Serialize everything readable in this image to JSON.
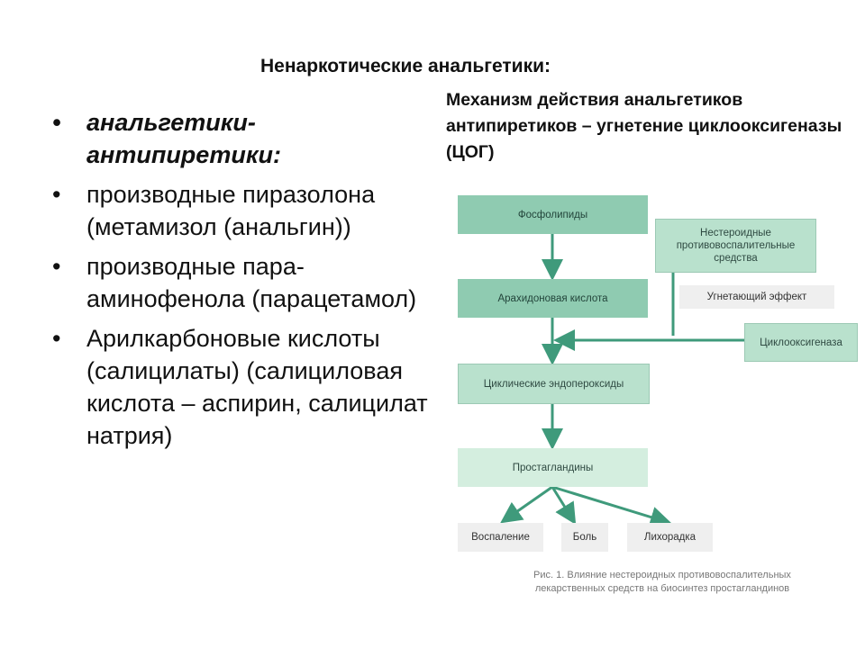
{
  "slide": {
    "title": "Ненаркотические анальгетики:",
    "bullets": [
      {
        "text": "анальгетики-антипиретики:"
      },
      {
        "text": "производные пиразолона (метамизол (анальгин))"
      },
      {
        "text": "производные пара-аминофенола (парацетамол)"
      },
      {
        "text": "Арилкарбоновые кислоты (салицилаты) (салициловая кислота – аспирин, салицилат натрия)"
      }
    ],
    "mechanism": "Механизм действия анальгетиков антипиретиков – угнетение циклооксигеназы (ЦОГ)"
  },
  "diagram": {
    "phospholipids": "Фосфолипиды",
    "nsaid_line1": "Нестероидные",
    "nsaid_line2": "противовоспалительные",
    "nsaid_line3": "средства",
    "inhibiting_effect": "Угнетающий эффект",
    "arachidonic": "Арахидоновая кислота",
    "cyclooxygenase": "Циклооксигеназа",
    "endoperoxides": "Циклические эндопероксиды",
    "prostaglandins": "Простагландины",
    "inflammation": "Воспаление",
    "pain": "Боль",
    "fever": "Лихорадка",
    "caption_line1": "Рис. 1. Влияние нестероидных противовоспалительных",
    "caption_line2": "лекарственных средств на биосинтез простагландинов"
  },
  "colors": {
    "arrow": "#3f9a7b",
    "box_dark": "#8fcbb1",
    "box_mid": "#b9e1cd",
    "box_light": "#d4eedf"
  }
}
